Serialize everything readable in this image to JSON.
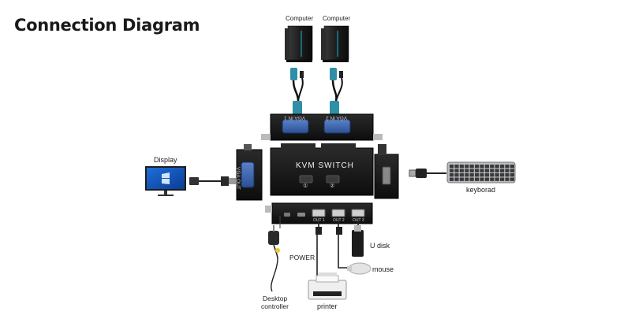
{
  "title": "Connection Diagram",
  "devices": {
    "computer1": "Computer",
    "computer2": "Computer",
    "display": "Display",
    "keyboard": "keyborad",
    "udisk": "U disk",
    "mouse": "mouse",
    "printer": "printer",
    "power": "POWER",
    "desktop_controller_line1": "Desktop",
    "desktop_controller_line2": "controller"
  },
  "kvm": {
    "name": "KVM SWITCH",
    "btn1": "①",
    "btn2": "②",
    "vga_in_1": "VGA IN 1",
    "vga_in_2": "VGA IN 2",
    "vga_out": "VGA OUT",
    "out1": "OUT 1",
    "out2": "OUT 2",
    "out3": "OUT 3"
  }
}
